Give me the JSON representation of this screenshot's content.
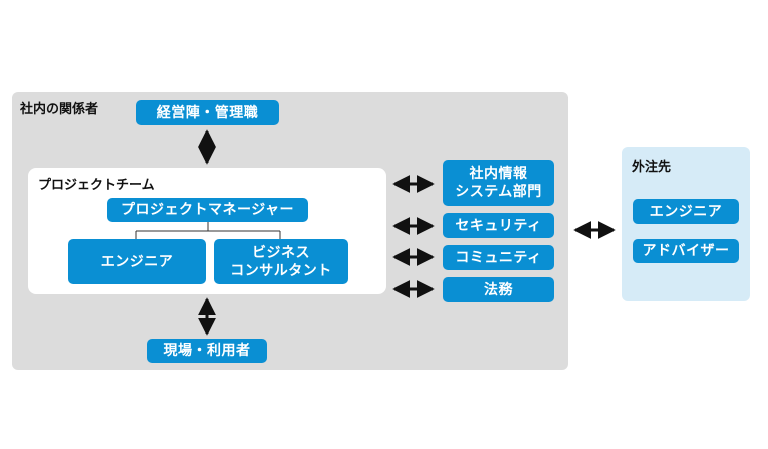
{
  "internal": {
    "title": "社内の関係者",
    "management": "経営陣・管理職",
    "users": "現場・利用者",
    "project_team": {
      "title": "プロジェクトチーム",
      "manager": "プロジェクトマネージャー",
      "engineer": "エンジニア",
      "consultant": {
        "line1": "ビジネス",
        "line2": "コンサルタント"
      }
    },
    "departments": {
      "it": {
        "line1": "社内情報",
        "line2": "システム部門"
      },
      "security": "セキュリティ",
      "community": "コミュニティ",
      "legal": "法務"
    }
  },
  "external": {
    "title": "外注先",
    "engineer": "エンジニア",
    "advisor": "アドバイザー"
  },
  "colors": {
    "box": "#0a8fd3",
    "internal_bg": "#dcdcdc",
    "external_bg": "#d6ebf7",
    "arrow": "#111111"
  }
}
